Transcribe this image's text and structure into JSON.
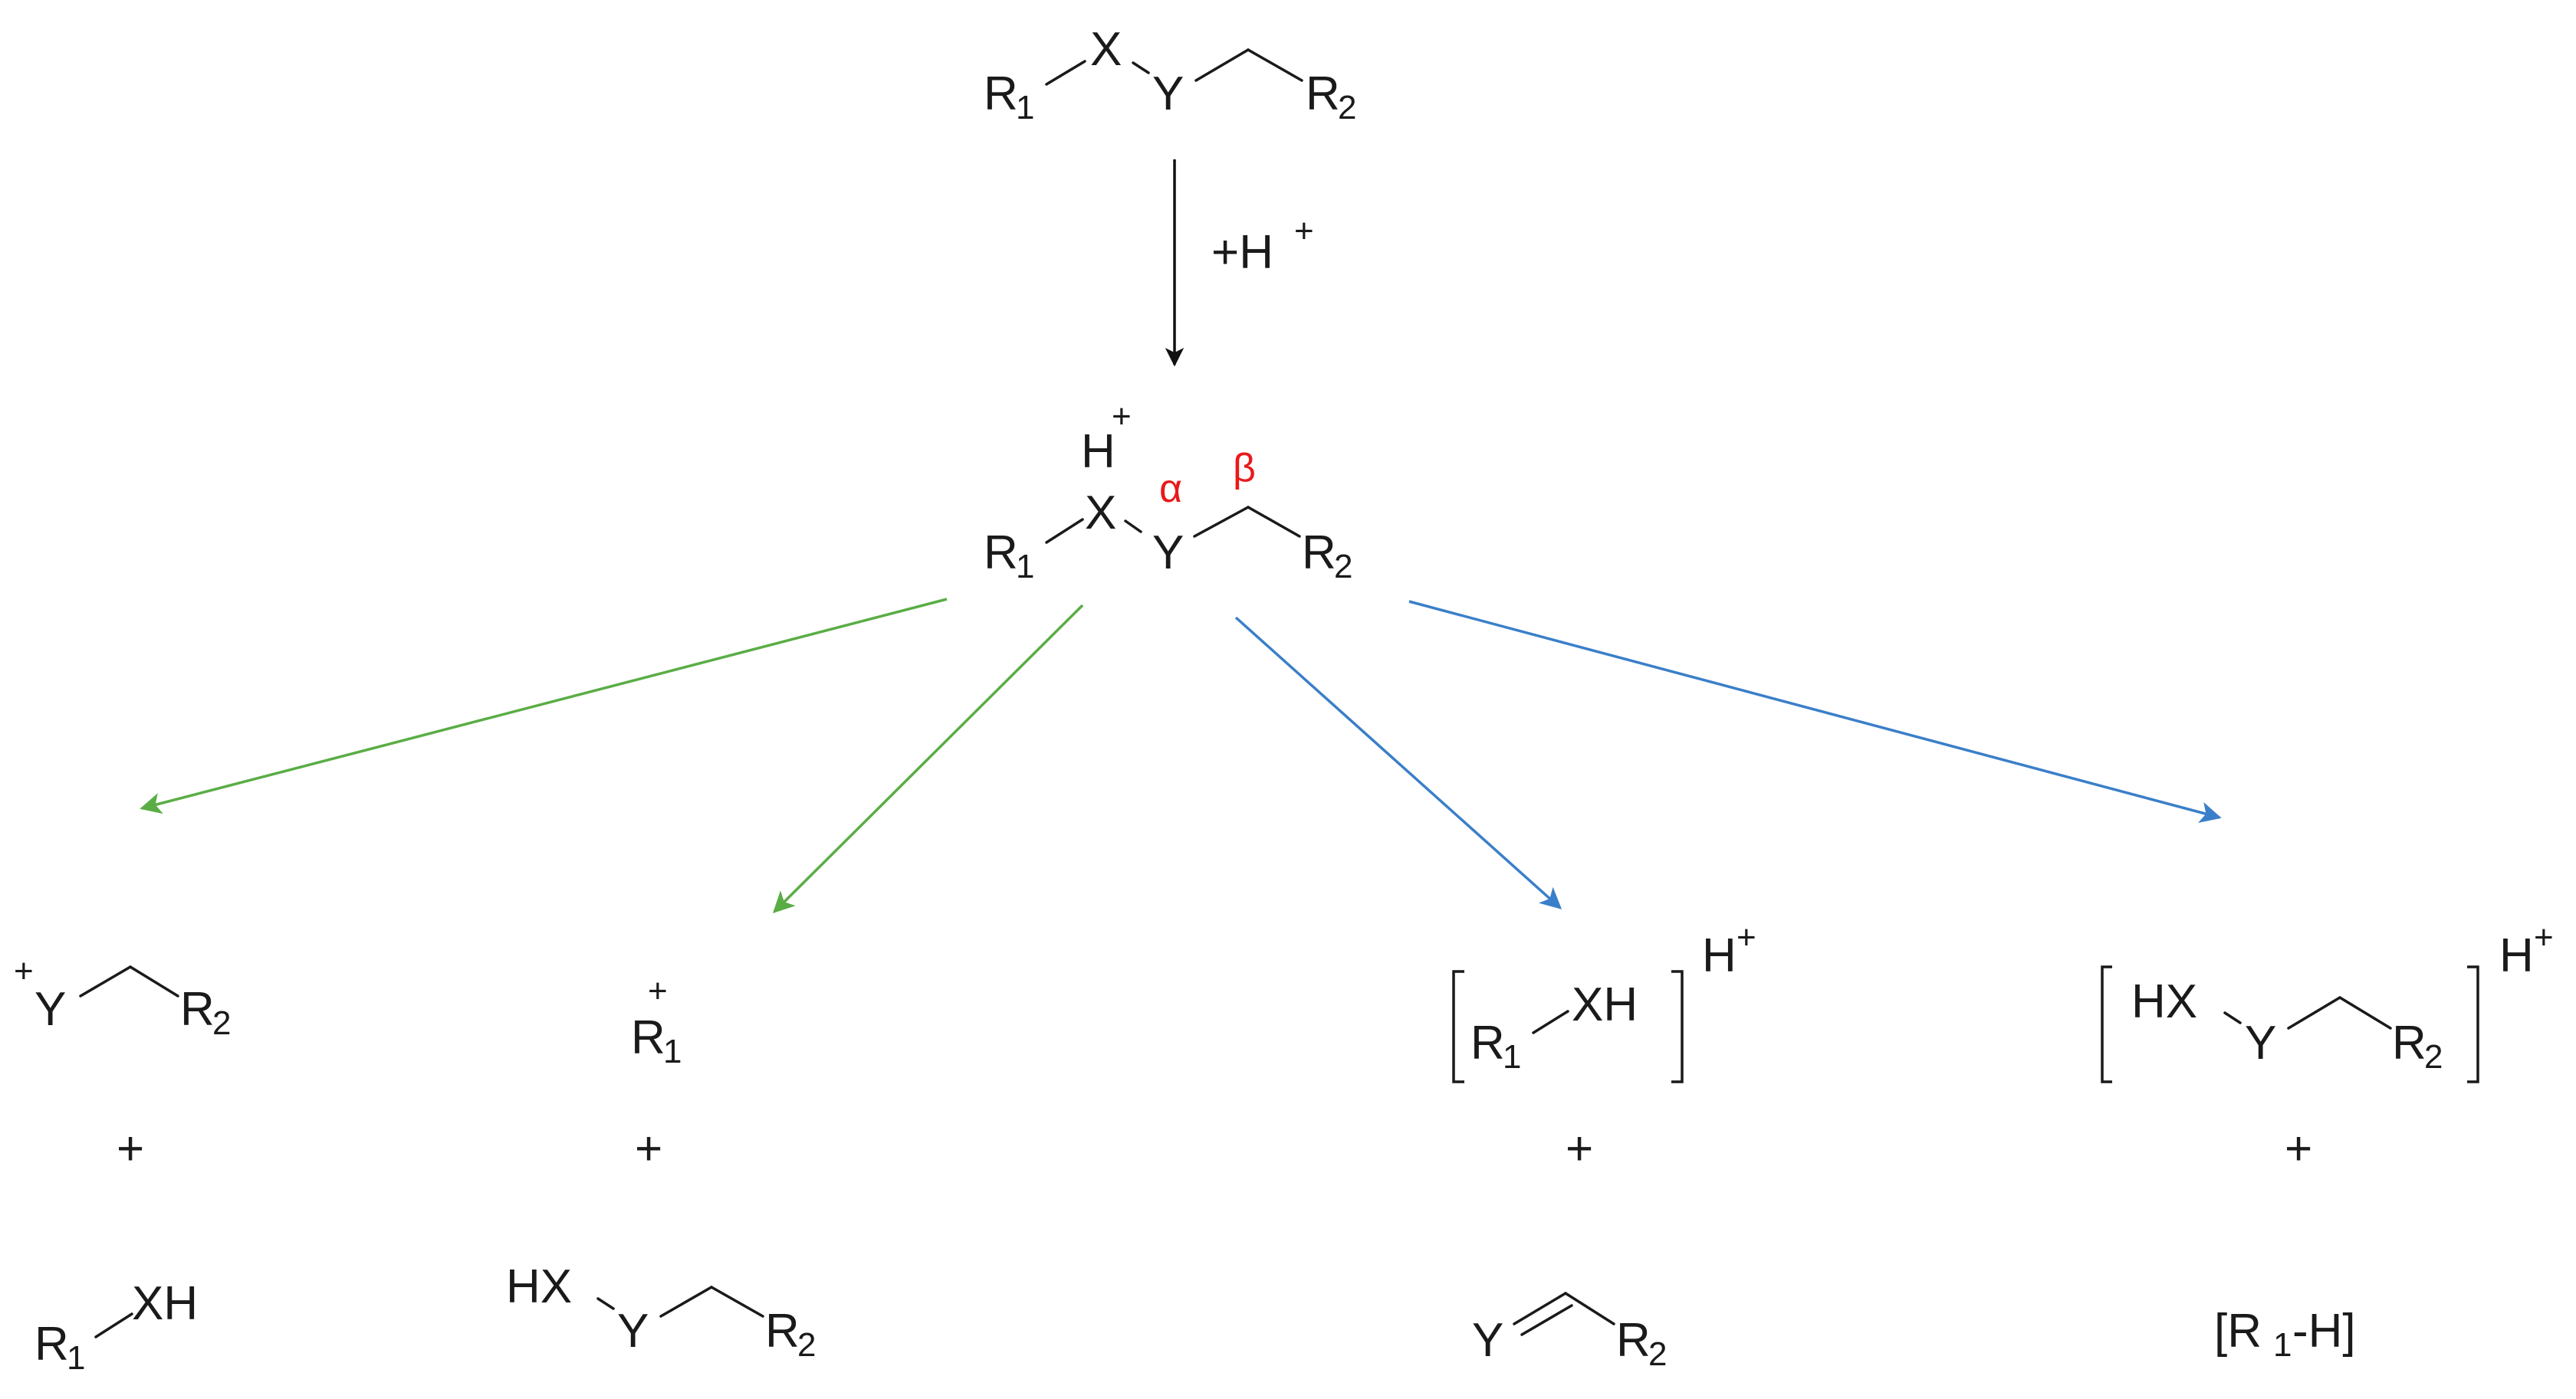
{
  "atoms": {
    "R": "R",
    "X": "X",
    "Y": "Y",
    "H": "H",
    "XH": "XH",
    "HX": "HX",
    "sub1": "1",
    "sub2": "2",
    "plus_sign": "+",
    "H_plus": "H",
    "R1H_open": "[R",
    "R1H_close": "-H]"
  },
  "reagent": {
    "label": "+H",
    "charge": "+"
  },
  "labels": {
    "alpha": "α",
    "beta": "β"
  },
  "colors": {
    "reaction_arrow": "#111111",
    "pathway_green": "#5aad45",
    "pathway_blue": "#3a7fc9",
    "position_labels": "#e8191a"
  },
  "pathways": [
    {
      "color": "green",
      "products": [
        "+Y–CH2–R2",
        "R1–XH"
      ]
    },
    {
      "color": "green",
      "products": [
        "R1+",
        "HX–Y–CH2–R2"
      ]
    },
    {
      "color": "blue",
      "products": [
        "[R1–XH]H+",
        "Y=CH–R2"
      ]
    },
    {
      "color": "blue",
      "products": [
        "[HX–Y–CH2–R2]H+",
        "[R1-H]"
      ]
    }
  ]
}
